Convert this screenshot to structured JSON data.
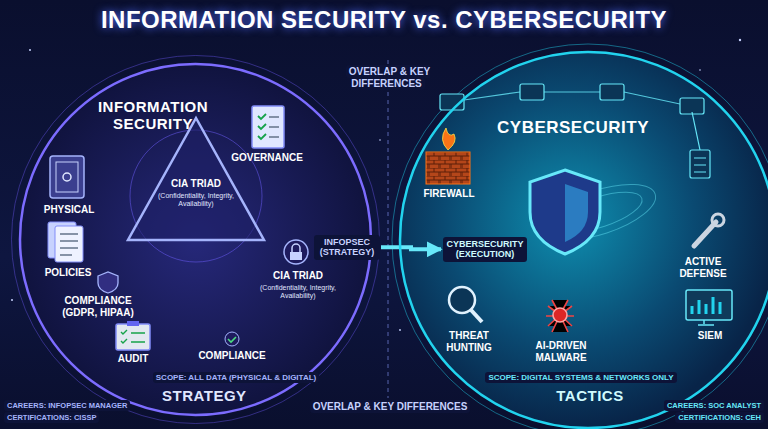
{
  "diagram": {
    "title": "INFORMATION SECURITY vs. CYBERSECURITY",
    "nodes": [
      {
        "text": [
          "INFORMATION SECURITY",
          "STRATEGY"
        ]
      },
      {
        "text": [
          "PHYSICAL"
        ],
        "in": 0
      },
      {
        "text": [
          "GOVERNANCE"
        ],
        "in": 0
      },
      {
        "text": [
          "POLICIES"
        ],
        "in": 0
      },
      {
        "text": [
          "CIA TRIAD",
          "(Confidentiality, Integrity, Availability)"
        ],
        "in": 0
      },
      {
        "text": [
          "COMPLIANCE (GDPR, HIPAA)"
        ],
        "in": 0
      },
      {
        "text": [
          "AUDIT"
        ],
        "in": 0
      },
      {
        "text": [
          "CIA TRIAD",
          "(Confidentiality, Integrity, Availability)"
        ],
        "in": 0
      },
      {
        "text": [
          "COMPLIANCE"
        ],
        "in": 0
      },
      {
        "text": [
          "INFOPSEC (STRATEGY)"
        ]
      },
      {
        "text": [
          "CYBERSECURITY (EXECUTION)"
        ]
      },
      {
        "text": [
          "CYBERSECURITY",
          "TACTICS"
        ]
      },
      {
        "text": [
          "FIREWALL"
        ],
        "in": 11
      },
      {
        "text": [
          "ACTIVE DEFENSE"
        ],
        "in": 11
      },
      {
        "text": [
          "THREAT HUNTING"
        ],
        "in": 11
      },
      {
        "text": [
          "AI-DRIVEN MALWARE"
        ],
        "in": 11
      },
      {
        "text": [
          "SIEM"
        ],
        "in": 11
      }
    ],
    "edges": [
      {
        "from": 9,
        "to": 10,
        "arrow": "to"
      }
    ],
    "labels": [
      "OVERLAP & KEY DIFFERENCES",
      "OVERLAP & KEY DIFFERENCES",
      "SCOPE: ALL DATA (PHYSICAL & DIGITAL)",
      "SCOPE: DIGITAL SYSTEMS & NETWORKS ONLY",
      "CAREERS: INFOPSEC MANAGER",
      "CERTIFICATIONS: CISSP",
      "CAREERS: SOC ANALYST",
      "CERTIFICATIONS: CEH"
    ]
  }
}
